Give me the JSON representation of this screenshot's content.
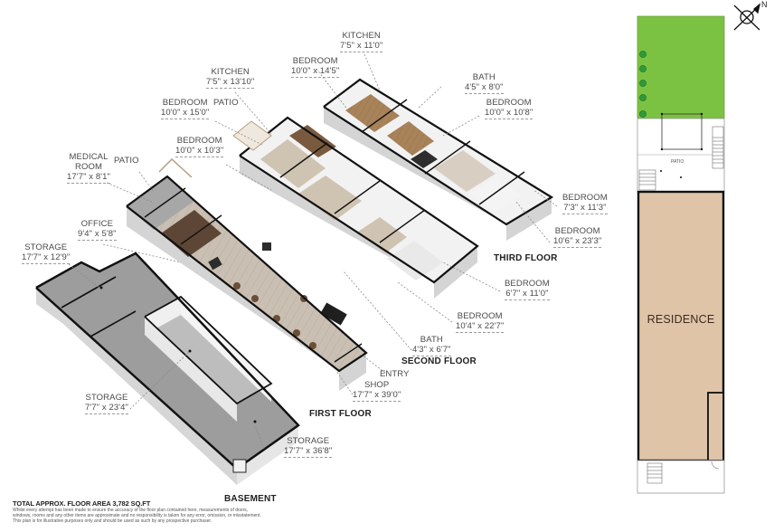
{
  "diagram": {
    "type": "isometric floor plan",
    "compass": {
      "icon": "north-arrow-icon",
      "label": "N"
    },
    "floors": [
      {
        "name": "THIRD FLOOR",
        "rooms": [
          {
            "name": "KITCHEN",
            "dim": "7'5\" x 11'0\""
          },
          {
            "name": "BEDROOM",
            "dim": "10'0\" x 14'5\""
          },
          {
            "name": "BATH",
            "dim": "4'5\" x 8'0\""
          },
          {
            "name": "BEDROOM",
            "dim": "10'0\" x 10'8\""
          },
          {
            "name": "BEDROOM",
            "dim": "7'3\" x 11'3\""
          },
          {
            "name": "BEDROOM",
            "dim": "10'6\" x 23'3\""
          }
        ]
      },
      {
        "name": "SECOND FLOOR",
        "rooms": [
          {
            "name": "KITCHEN",
            "dim": "7'5\" x 13'10\""
          },
          {
            "name": "PATIO",
            "dim": ""
          },
          {
            "name": "BEDROOM",
            "dim": "10'0\" x 15'0\""
          },
          {
            "name": "BEDROOM",
            "dim": "10'0\" x 10'3\""
          },
          {
            "name": "BEDROOM",
            "dim": "6'7\" x 11'0\""
          },
          {
            "name": "BEDROOM",
            "dim": "10'4\" x 22'7\""
          },
          {
            "name": "BATH",
            "dim": "4'3\" x 6'7\""
          }
        ]
      },
      {
        "name": "FIRST FLOOR",
        "rooms": [
          {
            "name": "MEDICAL ROOM",
            "dim": "17'7\" x 8'1\""
          },
          {
            "name": "PATIO",
            "dim": ""
          },
          {
            "name": "OFFICE",
            "dim": "9'4\" x 5'8\""
          },
          {
            "name": "ENTRY",
            "dim": ""
          },
          {
            "name": "SHOP",
            "dim": "17'7\" x 39'0\""
          }
        ]
      },
      {
        "name": "BASEMENT",
        "rooms": [
          {
            "name": "STORAGE",
            "dim": "17'7\" x 12'9\""
          },
          {
            "name": "STORAGE",
            "dim": "7'7\" x 23'4\""
          },
          {
            "name": "STORAGE",
            "dim": "17'7\" x 36'8\""
          }
        ]
      }
    ],
    "site_plan": {
      "residence_label": "RESIDENCE",
      "patio_label": "PATIO",
      "yard_color": "#7cc242",
      "residence_color": "#dfc4a8",
      "tree_count": 5
    },
    "footer": {
      "total": "TOTAL APPROX. FLOOR AREA 3,782 SQ.FT",
      "disclaimer": [
        "Whilst every attempt has been made to ensure the accuracy of the floor plan contained here, measurements of doors,",
        "windows, rooms and any other items are approximate and no responsibility is taken for any error, omission, or misstatement.",
        "This plan is for illustrative purposes only and should be used as such by any prospective purchaser."
      ]
    }
  }
}
